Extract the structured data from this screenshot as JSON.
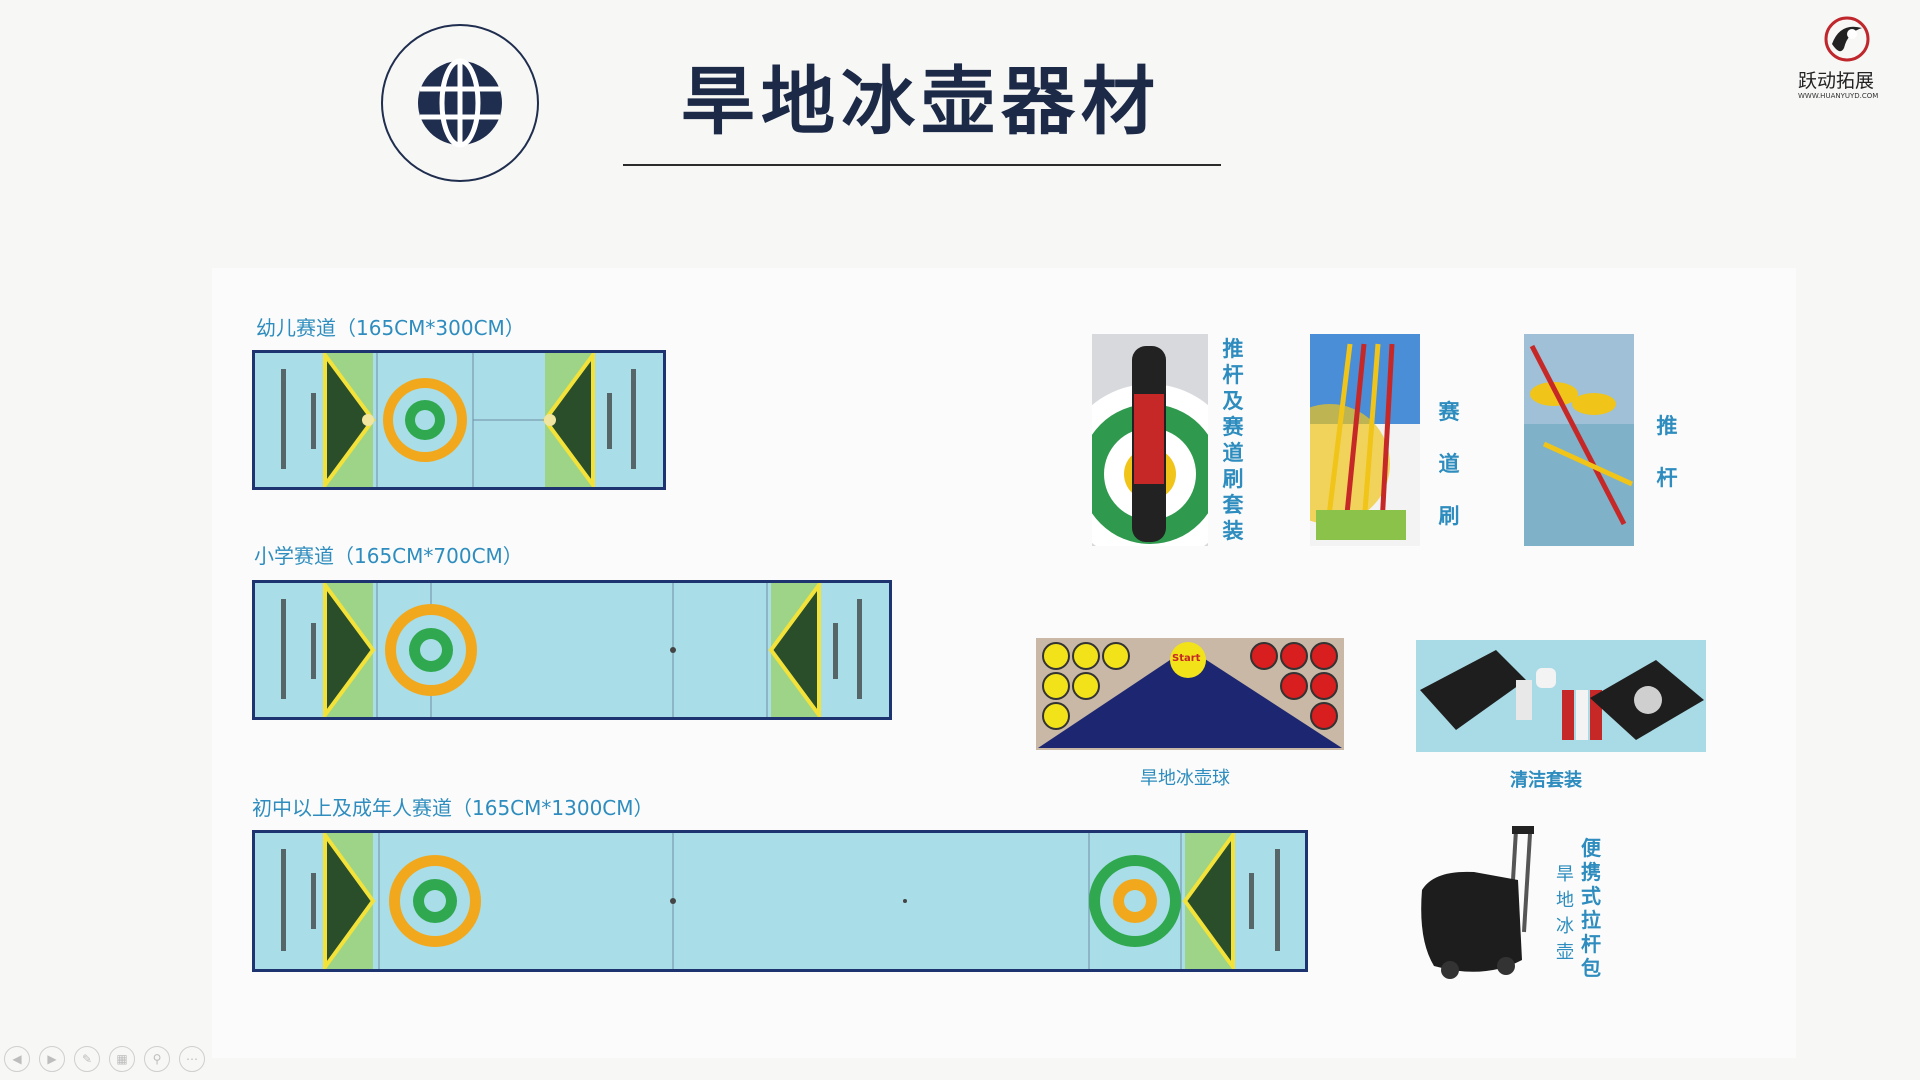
{
  "page": {
    "title": "旱地冰壶器材",
    "badge_icon": "globe-icon"
  },
  "logo": {
    "name": "跃动拓展",
    "url": "WWW.HUANYUYD.COM"
  },
  "lanes": [
    {
      "label": "幼儿赛道（165CM*300CM）"
    },
    {
      "label": "小学赛道（165CM*700CM）"
    },
    {
      "label": "初中以上及成年人赛道（165CM*1300CM）"
    }
  ],
  "equipment": {
    "push_rod_brush_set": "推杆及赛道刷套装",
    "track_brush": "赛道刷",
    "push_rod": "推杆",
    "curling_stones": "旱地冰壶球",
    "start_label": "Start",
    "cleaning_kit": "清洁套装",
    "bag_left": "旱地冰壶",
    "bag_right": "便携式拉杆包"
  },
  "colors": {
    "title": "#1c2a47",
    "caption": "#2e8dbe",
    "lane_fill": "#a9dde7",
    "lane_border": "#1e3470",
    "ring_outer": "#f2a81d",
    "ring_inner": "#2fa84f"
  },
  "nav_controls": [
    "prev-icon",
    "next-icon",
    "pen-icon",
    "slides-icon",
    "zoom-icon",
    "more-icon"
  ]
}
